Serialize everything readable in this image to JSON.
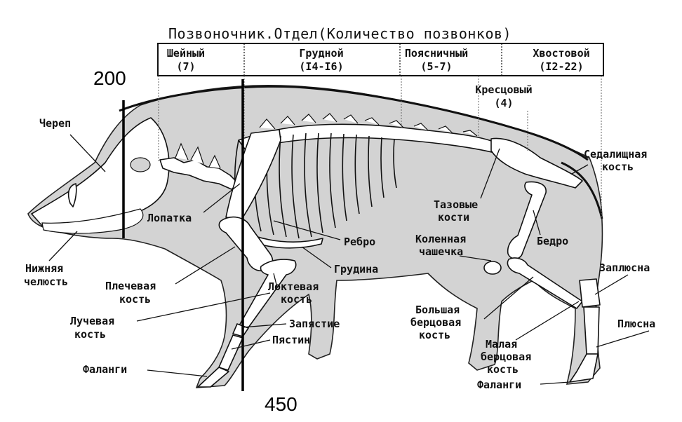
{
  "header": {
    "title": "Позвоночник.Отдел(Количество позвонков)",
    "sections": [
      {
        "name": "Шейный",
        "count": "(7)"
      },
      {
        "name": "Грудной",
        "count": "(I4-I6)"
      },
      {
        "name": "Поясничный",
        "count": "(5-7)"
      },
      {
        "name": "Хвостовой",
        "count": "(I2-22)"
      }
    ],
    "sacral": {
      "name": "Кресцовый",
      "count": "(4)"
    }
  },
  "markers": {
    "left_value": "200",
    "right_value": "450"
  },
  "labels": {
    "skull": "Череп",
    "lower_jaw_1": "Нижняя",
    "lower_jaw_2": "челюсть",
    "scapula": "Лопатка",
    "humerus_1": "Плечевая",
    "humerus_2": "кость",
    "radius_1": "Лучевая",
    "radius_2": "кость",
    "phalanges_front": "Фаланги",
    "rib": "Ребро",
    "sternum": "Грудина",
    "ulna_1": "Локтевая",
    "ulna_2": "кость",
    "carpus": "Запястие",
    "metacarpus": "Пястин",
    "patella_1": "Коленная",
    "patella_2": "чашечка",
    "pelvis_1": "Тазовые",
    "pelvis_2": "кости",
    "ischium_1": "Седалищная",
    "ischium_2": "кость",
    "femur": "Бедро",
    "tarsus": "Заплюсна",
    "metatarsus": "Плюсна",
    "tibia_1": "Большая",
    "tibia_2": "берцовая",
    "tibia_3": "кость",
    "fibula_1": "Малая",
    "fibula_2": "берцовая",
    "fibula_3": "кость",
    "phalanges_hind": "Фаланги"
  }
}
